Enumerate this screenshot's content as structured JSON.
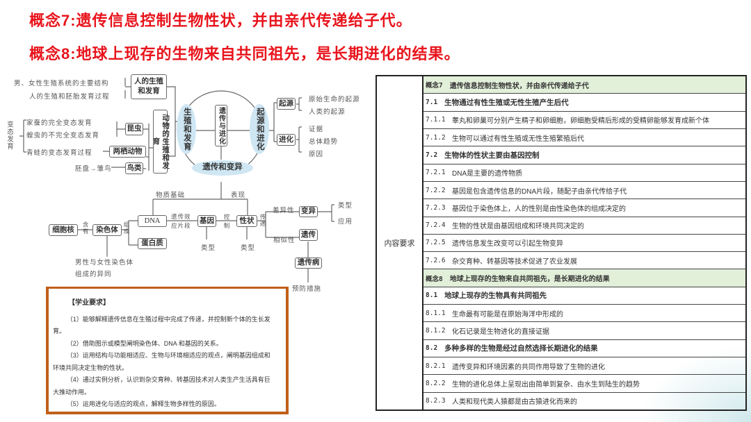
{
  "titles": [
    "概念7:遗传信息控制生物性状，并由亲代传递给子代。",
    "概念8:地球上现存的生物来自共同祖先，是长期进化的结果。"
  ],
  "map": {
    "human_items": [
      "男、女性生殖系统的主要结构",
      "人的生殖和胚胎发育过程"
    ],
    "human_box": "人的生殖和发育",
    "metamorphosis": "变态发育",
    "insect_items": [
      "家蚕的完全变态发育",
      "蝗虫的不完全变态发育"
    ],
    "insect_box": "昆虫",
    "frog_item": "青蛙的变态发育过程",
    "amphibian_box": "两栖动物",
    "bird_item": "胚盘→雏鸟",
    "bird_box": "鸟类",
    "animal_box": "动物的生殖和发育",
    "repro": "生殖和发育",
    "center": "遗传与进化",
    "origin_evo": "起源和进化",
    "heredity_var": "遗传和变异",
    "origin_box": "起源",
    "origin_items": [
      "原始生命的起源",
      "人类的起源"
    ],
    "evo_box": "进化",
    "evo_items": [
      "证据",
      "总体趋势",
      "原因"
    ],
    "material_basis": "物质基础",
    "expression": "表现",
    "nucleus": "细胞核",
    "contains": "含有",
    "chromosome": "染色体",
    "composes": "组成",
    "dna": "DNA",
    "protein": "蛋白质",
    "gene_segment": "遗传效应片段",
    "gene": "基因",
    "control": "控制",
    "trait": "性状",
    "transmit": "传递",
    "difference": "差异性",
    "variation": "变异",
    "var_items": [
      "类型",
      "应用"
    ],
    "similarity": "相似性",
    "heredity": "遗传",
    "disease": "遗传病",
    "prevention": "预防措施",
    "type": "类型",
    "chrom_note": [
      "男性与女性染色体",
      "组成的异同"
    ]
  },
  "requirements": {
    "heading": "【学业要求】",
    "items": [
      "（1）能够解释遗传信息在生殖过程中完成了传递，并控制新个体的生长发育。",
      "（2）借助图示或模型阐明染色体、DNA 和基因的关系。",
      "（3）运用结构与功能相适应、生物与环境相适应的观点，阐明基因组成和环境共同决定生物的性状。",
      "（4）通过实例分析，认识到杂交育种、转基因技术对人类生产生活具有巨大推动作用。",
      "（5）运用进化与适应的观点，解释生物多样性的原因。"
    ]
  },
  "table": {
    "left_label": "内容要求",
    "rows": [
      {
        "type": "concept",
        "num": "概念7",
        "text": "遗传信息控制生物性状，并由亲代传递给子代"
      },
      {
        "type": "section",
        "num": "7.1",
        "text": "生物通过有性生殖或无性生殖产生后代"
      },
      {
        "type": "item",
        "num": "7.1.1",
        "text": "睾丸和卵巢可分别产生精子和卵细胞，卵细胞受精后形成的受精卵能够发育成新个体"
      },
      {
        "type": "item",
        "num": "7.1.2",
        "text": "生物可以通过有性生殖或无性生殖繁殖后代"
      },
      {
        "type": "section",
        "num": "7.2",
        "text": "生物体的性状主要由基因控制"
      },
      {
        "type": "item",
        "num": "7.2.1",
        "text": "DNA是主要的遗传物质"
      },
      {
        "type": "item",
        "num": "7.2.2",
        "text": "基因是包含遗传信息的DNA片段，随配子由亲代传给子代"
      },
      {
        "type": "item",
        "num": "7.2.3",
        "text": "基因位于染色体上，人的性别是由性染色体的组成决定的"
      },
      {
        "type": "item",
        "num": "7.2.4",
        "text": "生物的性状是由基因组成和环境共同决定的"
      },
      {
        "type": "item",
        "num": "7.2.5",
        "text": "遗传信息发生改变可以引起生物变异"
      },
      {
        "type": "item",
        "num": "7.2.6",
        "text": "杂交育种、转基因等技术促进了农业发展"
      },
      {
        "type": "concept",
        "num": "概念8",
        "text": "地球上现存的生物来自共同祖先，是长期进化的结果"
      },
      {
        "type": "section",
        "num": "8.1",
        "text": "地球上现存的生物具有共同祖先"
      },
      {
        "type": "item",
        "num": "8.1.1",
        "text": "生命最有可能是在原始海洋中形成的"
      },
      {
        "type": "item",
        "num": "8.1.2",
        "text": "化石记录是生物进化的直接证据"
      },
      {
        "type": "section",
        "num": "8.2",
        "text": "多种多样的生物是经过自然选择长期进化的结果"
      },
      {
        "type": "item",
        "num": "8.2.1",
        "text": "遗传变异和环境因素的共同作用导致了生物的进化"
      },
      {
        "type": "item",
        "num": "8.2.2",
        "text": "生物的进化总体上呈现出由简单到复杂、由水生到陆生的趋势"
      },
      {
        "type": "item",
        "num": "8.2.3",
        "text": "人类和现代类人猿都是由古猿进化而来的"
      }
    ]
  },
  "colors": {
    "title": "#e8141c",
    "concept_row": "#e2efd9",
    "frame": "#c0601a",
    "ellipse": "#cfe6f3"
  }
}
